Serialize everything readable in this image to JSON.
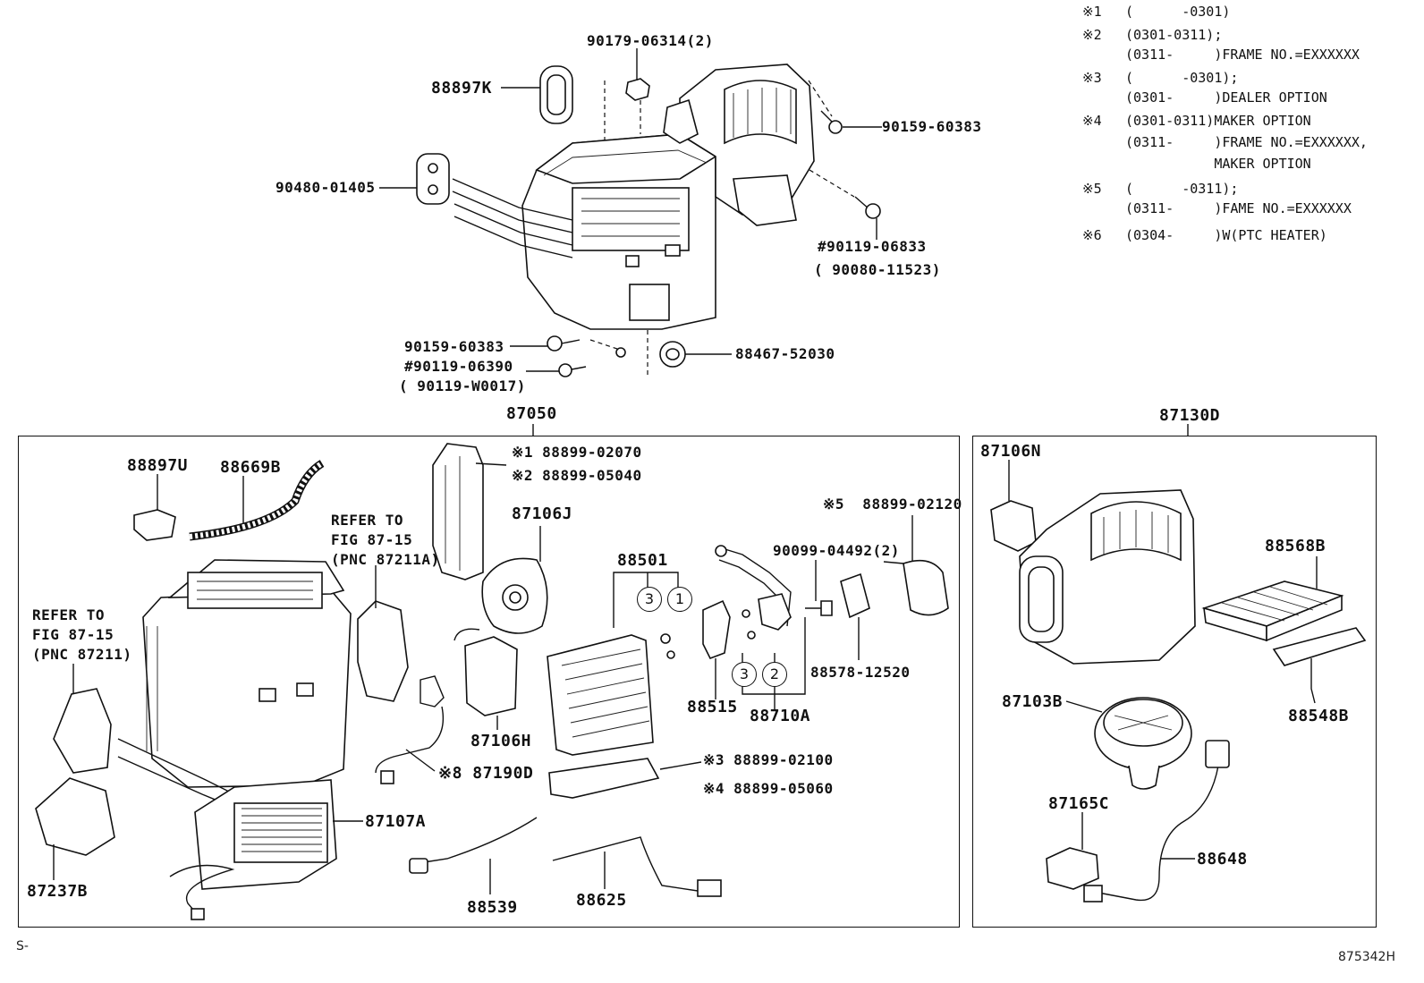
{
  "notes": [
    {
      "mark": "※1",
      "lines": [
        "(      -0301)"
      ]
    },
    {
      "mark": "※2",
      "lines": [
        "(0301-0311);",
        "(0311-     )FRAME NO.=EXXXXXX"
      ]
    },
    {
      "mark": "※3",
      "lines": [
        "(      -0301);",
        "(0301-     )DEALER OPTION"
      ]
    },
    {
      "mark": "※4",
      "lines": [
        "(0301-0311)MAKER OPTION",
        "(0311-     )FRAME NO.=EXXXXXX,",
        "           MAKER OPTION"
      ]
    },
    {
      "mark": "※5",
      "lines": [
        "(      -0311);",
        "(0311-     )FAME NO.=EXXXXXX"
      ]
    },
    {
      "mark": "※6",
      "lines": [
        "(0304-     )W(PTC HEATER)"
      ]
    }
  ],
  "labels": {
    "p90179": "90179-06314(2)",
    "p88897K": "88897K",
    "p90159_top": "90159-60383",
    "p90480": "90480-01405",
    "p90119_06833": "#90119-06833",
    "p90080": "( 90080-11523)",
    "p90159_bot": "90159-60383",
    "p90119_06390": "#90119-06390",
    "p90119_W0017": "( 90119-W0017)",
    "p88467": "88467-52030",
    "p87050": "87050",
    "p87130D": "87130D",
    "p88897U": "88897U",
    "p88669B": "88669B",
    "refer1": [
      "REFER TO",
      "FIG 87-15",
      "(PNC 87211A)"
    ],
    "refer2": [
      "REFER TO",
      "FIG 87-15",
      "(PNC 87211)"
    ],
    "n1": "※1 88899-02070",
    "n2": "※2 88899-05040",
    "p87106J": "87106J",
    "n5": "※5  88899-02120",
    "p88501": "88501",
    "p90099": "90099-04492(2)",
    "p88578": "88578-12520",
    "p88515": "88515",
    "p88710A": "88710A",
    "p87106H": "87106H",
    "p87190D": "※8 87190D",
    "n3": "※3 88899-02100",
    "n4": "※4 88899-05060",
    "p87107A": "87107A",
    "p87237B": "87237B",
    "p88539": "88539",
    "p88625": "88625",
    "p87106N": "87106N",
    "p88568B": "88568B",
    "p87103B": "87103B",
    "p88548B": "88548B",
    "p87165C": "87165C",
    "p88648": "88648",
    "c1": "1",
    "c2": "2",
    "c3a": "3",
    "c3b": "3",
    "corner_left": "S-",
    "corner_right": "875342H"
  }
}
